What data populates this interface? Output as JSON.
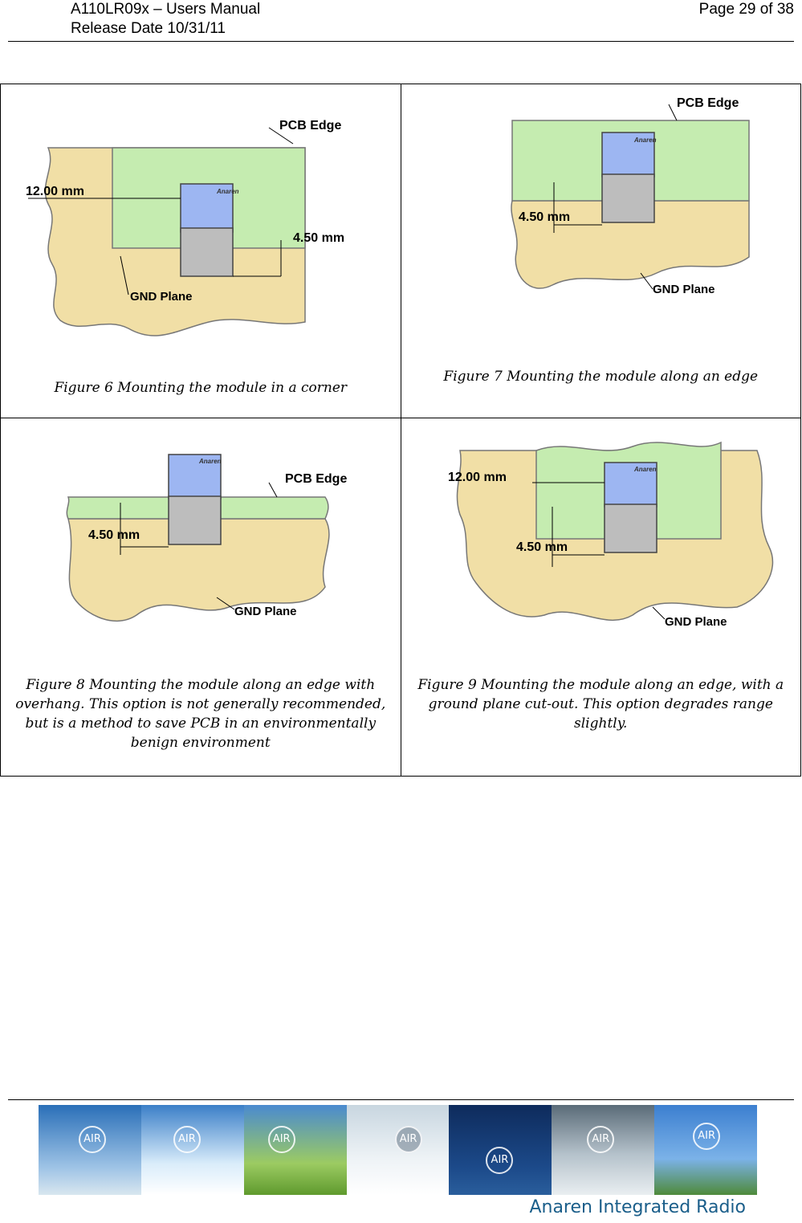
{
  "header": {
    "title": "A110LR09x – Users Manual",
    "release": "Release Date 10/31/11",
    "page": "Page 29 of 38"
  },
  "figures": [
    {
      "caption": "Figure 6 Mounting the module in a corner",
      "labels": {
        "pcb_edge": "PCB Edge",
        "dim_a": "12.00 mm",
        "dim_b": "4.50 mm",
        "gnd": "GND Plane",
        "brand": "Anaren"
      }
    },
    {
      "caption": "Figure 7 Mounting the module along an edge",
      "labels": {
        "pcb_edge": "PCB Edge",
        "dim_b": "4.50 mm",
        "gnd": "GND Plane",
        "brand": "Anaren"
      }
    },
    {
      "caption": "Figure 8 Mounting the module along an edge with overhang. This option is not generally recommended, but is a method to save PCB in an environmentally benign environment",
      "labels": {
        "pcb_edge": "PCB Edge",
        "dim_b": "4.50 mm",
        "gnd": "GND Plane",
        "brand": "Anaren"
      }
    },
    {
      "caption": "Figure 9 Mounting the module along an edge, with a ground plane cut-out. This option degrades range slightly.",
      "labels": {
        "dim_a": "12.00 mm",
        "dim_b": "4.50 mm",
        "gnd": "GND Plane",
        "brand": "Anaren"
      }
    }
  ],
  "footer": {
    "badge": "AIR",
    "brand_text": "Anaren Integrated Radio"
  },
  "colors": {
    "gnd_plane": "#f1dfa6",
    "pcb_green": "#c5ecb0",
    "module_blue": "#9db6f2",
    "shield_gray": "#bdbdbd",
    "brand_blue": "#1a5e8a"
  }
}
